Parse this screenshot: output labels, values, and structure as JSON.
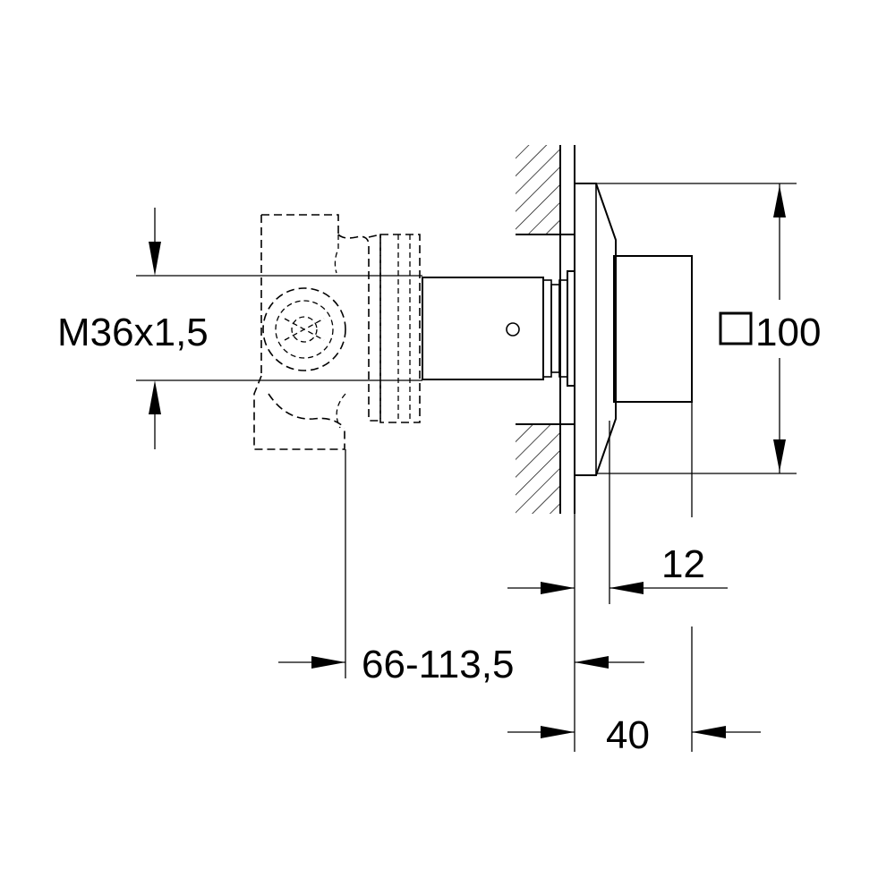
{
  "labels": {
    "thread": "M36x1,5",
    "square_size": "100",
    "depth_12": "12",
    "install_range": "66-113,5",
    "depth_40": "40"
  },
  "icons": {
    "square_symbol": "square-dimension-icon"
  },
  "colors": {
    "line": "#000000",
    "background": "#ffffff"
  }
}
